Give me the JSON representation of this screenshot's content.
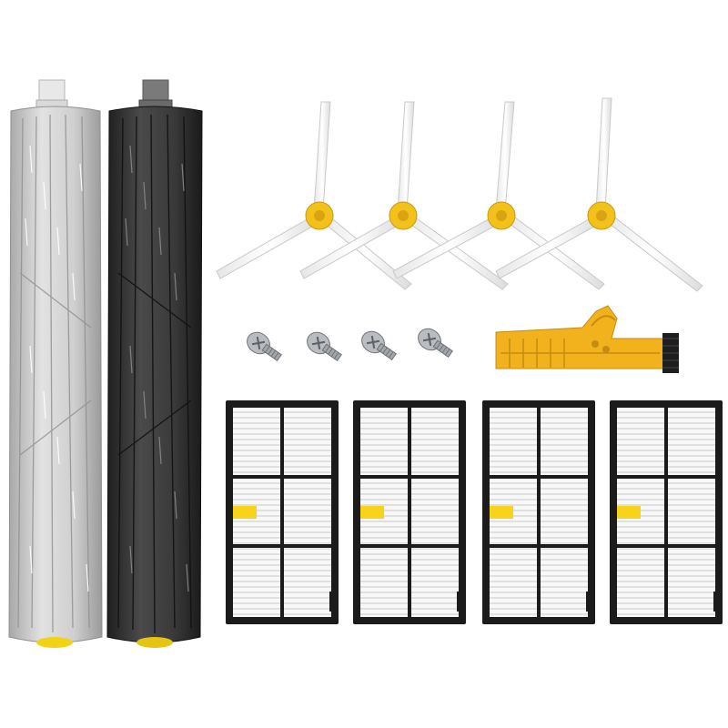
{
  "products": {
    "rollers": [
      {
        "name": "gray-roller",
        "color": "#c9c9c9"
      },
      {
        "name": "black-roller",
        "color": "#3a3a3a"
      }
    ],
    "side_brushes": {
      "count": 4,
      "hub_color": "#f2c21b",
      "arm_color": "#f4f4f4"
    },
    "screws": {
      "count": 4,
      "color": "#a9adb2"
    },
    "cleaning_tool": {
      "color": "#f2b21e"
    },
    "filters": {
      "count": 4,
      "frame_color": "#1b1b1b",
      "mesh_color": "#f7f7f7",
      "tab_color": "#f7d319"
    }
  }
}
